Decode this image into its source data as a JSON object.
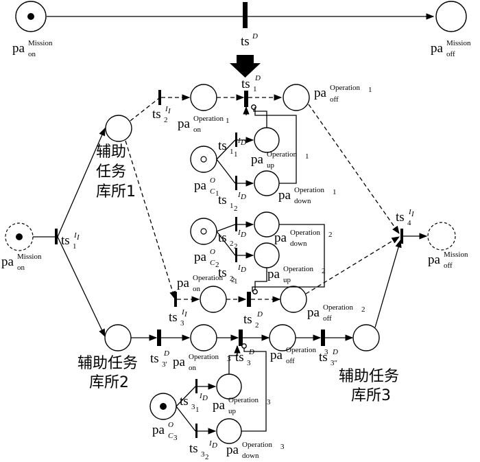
{
  "places": {
    "mission_on_top": {
      "main": "pa",
      "sup": "Mission",
      "sub": "on"
    },
    "mission_off_top": {
      "main": "pa",
      "sup": "Mission",
      "sub": "off"
    },
    "mission_on_left": {
      "main": "pa",
      "sup": "Mission",
      "sub": "on"
    },
    "mission_off_right": {
      "main": "pa",
      "sup": "Mission",
      "sub": "off"
    },
    "op1_on": {
      "main": "pa",
      "sup": "Operation",
      "sup_sub": "1",
      "sub": "on"
    },
    "op1_off": {
      "main": "pa",
      "sup": "Operation",
      "sup_sub": "1",
      "sub": "off"
    },
    "op1_up": {
      "main": "pa",
      "sup": "Operation",
      "sup_sub": "1",
      "sub": "up"
    },
    "op1_down": {
      "main": "pa",
      "sup": "Operation",
      "sup_sub": "1",
      "sub": "down"
    },
    "c1": {
      "main": "pa",
      "sup": "O",
      "sub": "C",
      "sub_sub": "1"
    },
    "op2_down": {
      "main": "pa",
      "sup": "Operation",
      "sup_sub": "2",
      "sub": "down"
    },
    "op2_up": {
      "main": "pa",
      "sup": "Operation",
      "sup_sub": "2",
      "sub": "up"
    },
    "c2": {
      "main": "pa",
      "sup": "O",
      "sub": "C",
      "sub_sub": "2"
    },
    "op2_on": {
      "main": "pa",
      "sup": "Operation",
      "sup_sub": "2",
      "sub": "on"
    },
    "op2_off": {
      "main": "pa",
      "sup": "Operation",
      "sup_sub": "2",
      "sub": "off"
    },
    "op3_on": {
      "main": "pa",
      "sup": "Operation",
      "sup_sub": "3",
      "sub": "on"
    },
    "op3_off": {
      "main": "pa",
      "sup": "Operation",
      "sup_sub": "3",
      "sub": "off"
    },
    "op3_up": {
      "main": "pa",
      "sup": "Operation",
      "sup_sub": "3",
      "sub": "up"
    },
    "op3_down": {
      "main": "pa",
      "sup": "Operation",
      "sup_sub": "3",
      "sub": "down"
    },
    "c3": {
      "main": "pa",
      "sup": "O",
      "sub": "C",
      "sub_sub": "3"
    }
  },
  "transitions": {
    "tsD": {
      "main": "ts",
      "sup": "D"
    },
    "ts1D": {
      "main": "ts",
      "sub": "1",
      "sup": "D"
    },
    "ts1I": {
      "main": "ts",
      "sub": "1",
      "sup": "I",
      "sup_sub": "I"
    },
    "ts2I": {
      "main": "ts",
      "sub": "2",
      "sup": "I",
      "sup_sub": "I"
    },
    "ts3I": {
      "main": "ts",
      "sub": "3",
      "sup": "I",
      "sup_sub": "I"
    },
    "ts4I": {
      "main": "ts",
      "sub": "4",
      "sup": "I",
      "sup_sub": "I"
    },
    "ts11": {
      "main": "ts",
      "sub": "1",
      "sub_sub": "1",
      "sup": "I",
      "sup_sub": "D"
    },
    "ts12": {
      "main": "ts",
      "sub": "1",
      "sub_sub": "2",
      "sup": "I",
      "sup_sub": "D"
    },
    "ts22": {
      "main": "ts",
      "sub": "2",
      "sub_sub": "2",
      "sup": "I",
      "sup_sub": "D"
    },
    "ts21": {
      "main": "ts",
      "sub": "2",
      "sub_sub": "1",
      "sup": "I",
      "sup_sub": "D"
    },
    "ts2D": {
      "main": "ts",
      "sub": "2",
      "sup": "D"
    },
    "ts3pD": {
      "main": "ts",
      "sub": "3′",
      "sup": "D"
    },
    "ts3D": {
      "main": "ts",
      "sub": "3",
      "sup": "D"
    },
    "ts3ppD": {
      "main": "ts",
      "sub": "3″",
      "sup": "D"
    },
    "ts31": {
      "main": "ts",
      "sub": "3",
      "sub_sub": "1",
      "sup": "I",
      "sup_sub": "D"
    },
    "ts32": {
      "main": "ts",
      "sub": "3",
      "sub_sub": "2",
      "sup": "I",
      "sup_sub": "D"
    }
  },
  "depots": {
    "depot1_line1": "辅助",
    "depot1_line2": "任务",
    "depot1_line3": "库所1",
    "depot2_line1": "辅助任务",
    "depot2_line2": "库所2",
    "depot3_line1": "辅助任务",
    "depot3_line2": "库所3"
  }
}
